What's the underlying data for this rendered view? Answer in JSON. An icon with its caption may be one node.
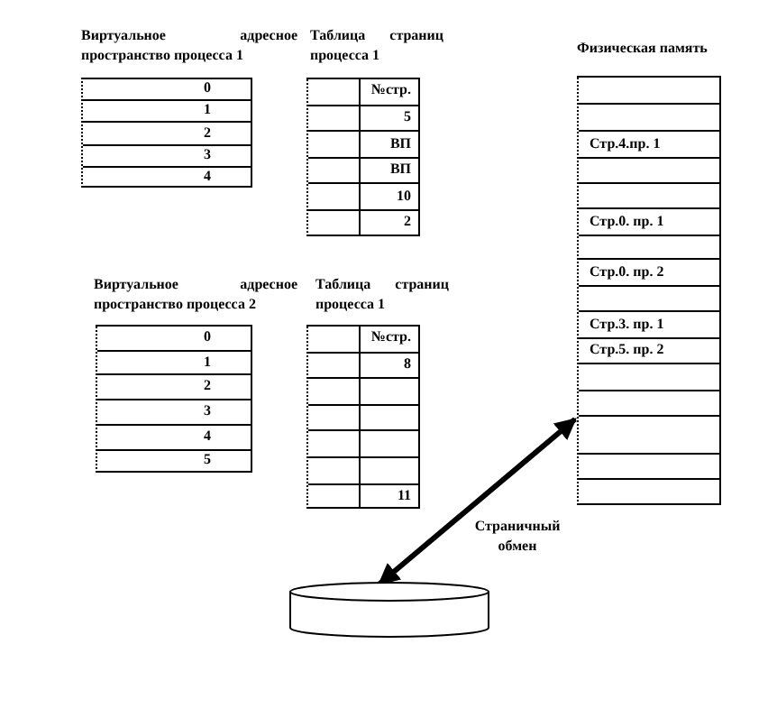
{
  "diagram": {
    "nodes": [
      {
        "text": [
          "Физическая память"
        ]
      },
      {
        "text": [],
        "shape": "cylinder"
      }
    ],
    "edges": [
      {
        "from": 0,
        "to": 1,
        "arrow": "both",
        "label": "Страничный обмен"
      }
    ],
    "labels": [
      "Виртуальное адресное пространство процесса 1",
      "Таблица страниц процесса 1",
      "0",
      "№стр.",
      "1",
      "5",
      "2",
      "ВП",
      "3",
      "ВП",
      "4",
      "10",
      "2",
      "Стр.4.пр. 1",
      "Стр.0. пр. 1",
      "Стр.0. пр. 2",
      "Стр.3. пр. 1",
      "Стр.5. пр. 2",
      "Виртуальное адресное пространство процесса 2",
      "Таблица страниц процесса 1",
      "0",
      "№стр.",
      "1",
      "8",
      "2",
      "3",
      "4",
      "5",
      "11"
    ]
  }
}
